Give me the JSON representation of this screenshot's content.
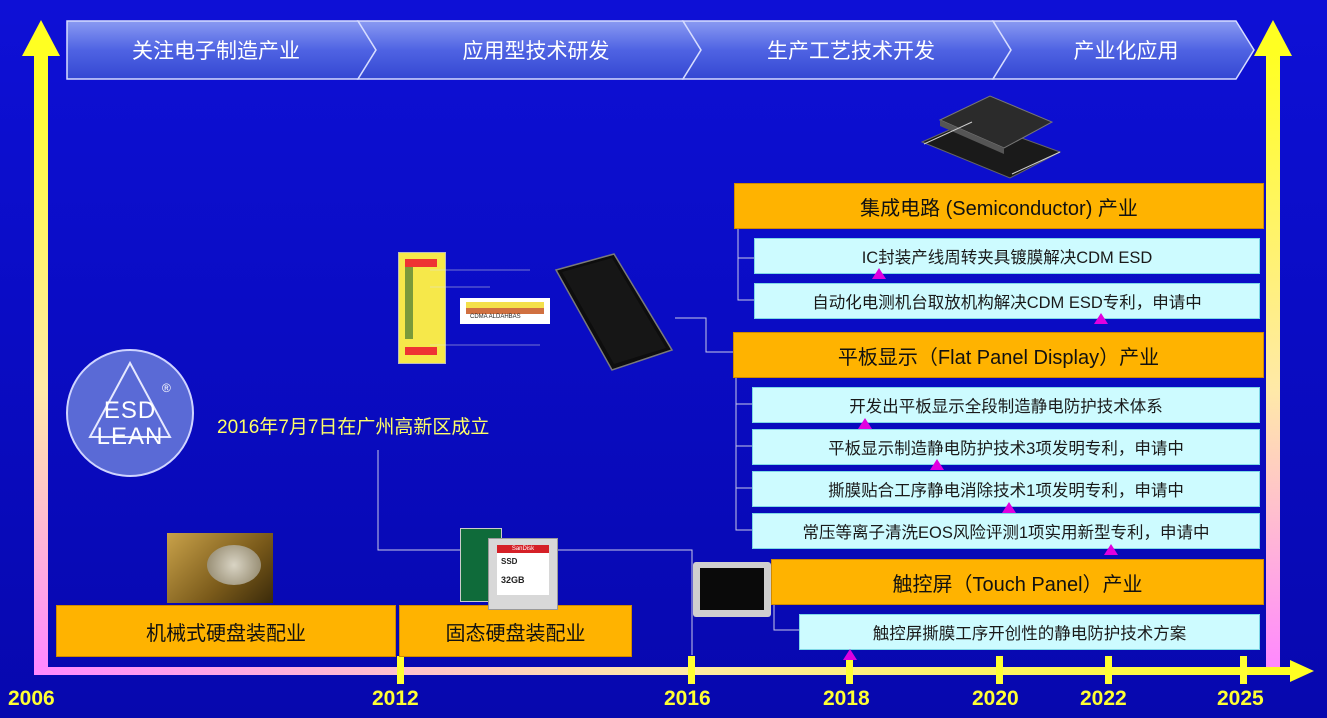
{
  "flow": {
    "steps": [
      "关注电子制造产业",
      "应用型技术研发",
      "生产工艺技术开发",
      "产业化应用"
    ]
  },
  "timeline": {
    "years": [
      "2006",
      "2012",
      "2016",
      "2018",
      "2020",
      "2022",
      "2025"
    ]
  },
  "founding": "2016年7月7日在广州高新区成立",
  "logo": {
    "line1": "ESD",
    "line2": "LEAN",
    "mark": "®"
  },
  "industries": {
    "hdd": "机械式硬盘装配业",
    "ssd": "固态硬盘装配业",
    "semiconductor": {
      "title": "集成电路 (Semiconductor) 产业",
      "items": [
        "IC封装产线周转夹具镀膜解决CDM  ESD",
        "自动化电测机台取放机构解决CDM  ESD专利，申请中"
      ]
    },
    "fpd": {
      "title": "平板显示（Flat Panel Display）产业",
      "items": [
        "开发出平板显示全段制造静电防护技术体系",
        "平板显示制造静电防护技术3项发明专利，申请中",
        "撕膜贴合工序静电消除技术1项发明专利，申请中",
        "常压等离子清洗EOS风险评测1项实用新型专利，申请中"
      ]
    },
    "touch": {
      "title": "触控屏（Touch Panel）产业",
      "items": [
        "触控屏撕膜工序开创性的静电防护技术方案"
      ]
    }
  },
  "ssd_label": {
    "brand": "SanDisk",
    "type": "SSD",
    "size": "32GB"
  },
  "diagram_caption": "CDMA ALDAHBAS",
  "colors": {
    "axis": "#ffff33",
    "bar": "#ffb300",
    "box": "#cdfbff",
    "marker": "#e000e0"
  }
}
